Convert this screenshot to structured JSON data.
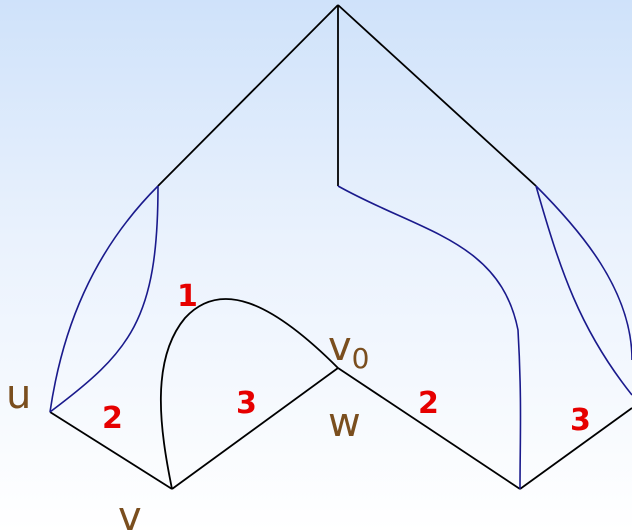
{
  "colors": {
    "background_top": "#cfe2fa",
    "background_bottom": "#ffffff",
    "black_edge": "#000000",
    "blue_edge": "#1a1a8c",
    "vertex_label": "#7a4e1e",
    "number_label": "#e60000"
  },
  "vertices": {
    "u": "u",
    "v": "v",
    "v0_base": "v",
    "v0_sub": "0",
    "w": "w"
  },
  "numbers": {
    "n1": "1",
    "n2_left": "2",
    "n3_left": "3",
    "n2_right": "2",
    "n3_right": "3"
  }
}
